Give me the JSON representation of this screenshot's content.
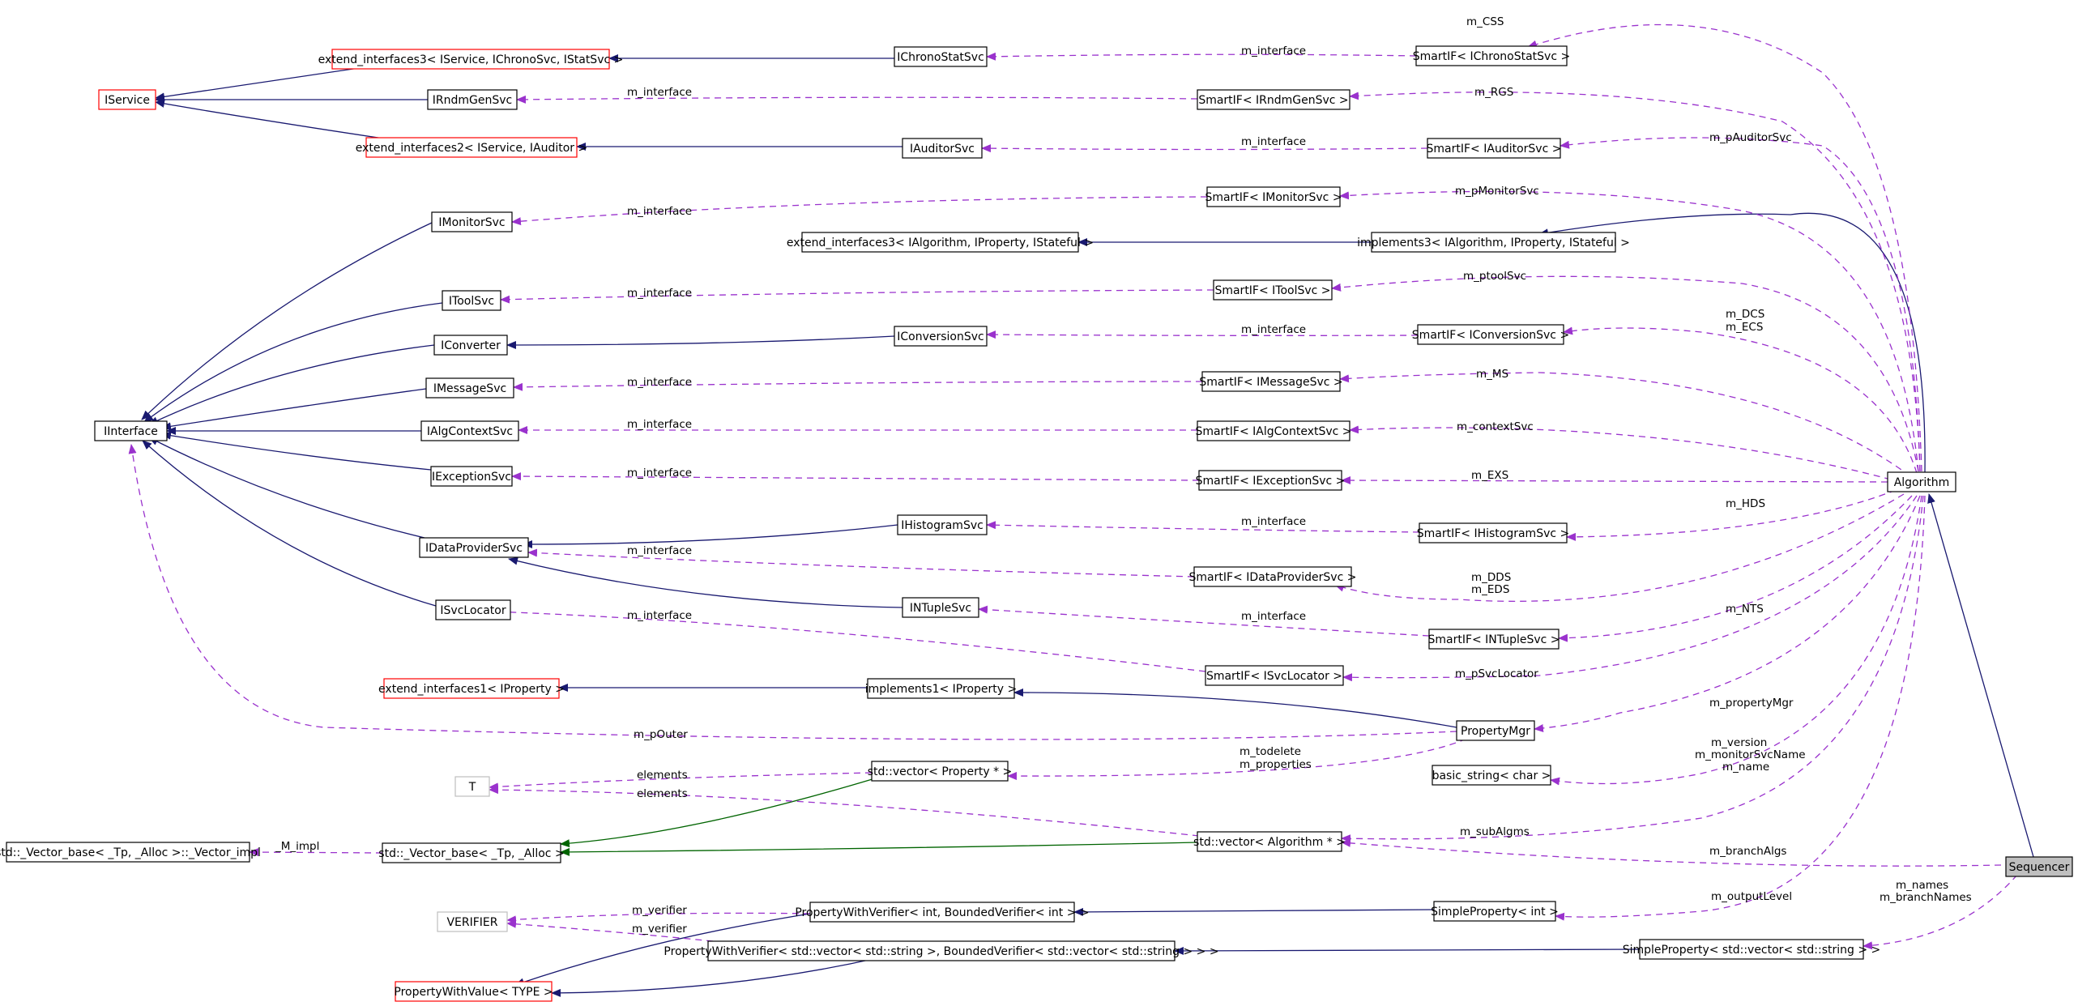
{
  "diagram": {
    "colors": {
      "inheritance": "#191970",
      "usage": "#9a32cd",
      "template": "#006400",
      "node_border": "#000000",
      "external_border": "#ff0000",
      "undocumented_border": "#bfbfbf",
      "focus_fill": "#bfbfbf"
    },
    "nodes": {
      "ichronostatsvc": "IChronoStatSvc",
      "ext3_service_chrono_stat": "extend_interfaces3< IService, IChronoSvc, IStatSvc >",
      "iservice": "IService",
      "irndmgensvc": "IRndmGenSvc",
      "ext2_service_auditor": "extend_interfaces2< IService, IAuditor >",
      "iauditorsvc": "IAuditorSvc",
      "imonitorsvc": "IMonitorSvc",
      "ext3_algorithm": "extend_interfaces3< IAlgorithm, IProperty, IStateful >",
      "itoolsvc": "IToolSvc",
      "iconverter": "IConverter",
      "iconversionsvc": "IConversionSvc",
      "imessagesvc": "IMessageSvc",
      "iinterface": "IInterface",
      "ialgcontextsvc": "IAlgContextSvc",
      "iexceptionsvc": "IExceptionSvc",
      "ihistogramsvc": "IHistogramSvc",
      "idataprovidersvc": "IDataProviderSvc",
      "intuplesvc": "INTupleSvc",
      "isvclocator": "ISvcLocator",
      "ext1_property": "extend_interfaces1< IProperty >",
      "implements1_property": "implements1< IProperty >",
      "t": "T",
      "vector_property": "std::vector< Property * >",
      "vector_impl": "std::_Vector_base< _Tp, _Alloc >::_Vector_impl",
      "vector_base": "std::_Vector_base< _Tp, _Alloc >",
      "vector_algorithm": "std::vector< Algorithm * >",
      "verifier": "VERIFIER",
      "pwv_int": "PropertyWithVerifier< int, BoundedVerifier< int > >",
      "pwv_string": "PropertyWithVerifier< std::vector< std::string >, BoundedVerifier< std::vector< std::string > > >",
      "pwvalue": "PropertyWithValue< TYPE >",
      "smartif_chronostat": "SmartIF< IChronoStatSvc >",
      "smartif_rndmgen": "SmartIF< IRndmGenSvc >",
      "smartif_auditor": "SmartIF< IAuditorSvc >",
      "smartif_monitor": "SmartIF< IMonitorSvc >",
      "implements3_algorithm": "implements3< IAlgorithm, IProperty, IStateful >",
      "smartif_toolsvc": "SmartIF< IToolSvc >",
      "smartif_conversion": "SmartIF< IConversionSvc >",
      "smartif_message": "SmartIF< IMessageSvc >",
      "smartif_algcontext": "SmartIF< IAlgContextSvc >",
      "smartif_exception": "SmartIF< IExceptionSvc >",
      "smartif_histogram": "SmartIF< IHistogramSvc >",
      "smartif_dataprovider": "SmartIF< IDataProviderSvc >",
      "smartif_ntuple": "SmartIF< INTupleSvc >",
      "smartif_svclocator": "SmartIF< ISvcLocator >",
      "propertymgr": "PropertyMgr",
      "basic_string": "basic_string< char >",
      "simpleproperty_int": "SimpleProperty< int >",
      "simpleproperty_vector": "SimpleProperty< std::vector< std::string > >",
      "algorithm": "Algorithm",
      "sequencer": "Sequencer"
    },
    "edge_labels": {
      "m_interface": "m_interface",
      "m_css": "m_CSS",
      "m_rgs": "m_RGS",
      "m_pauditorsvc": "m_pAuditorSvc",
      "m_pmonitorsvc": "m_pMonitorSvc",
      "m_ptoolsvc": "m_ptoolSvc",
      "m_dcs": "m_DCS",
      "m_ecs": "m_ECS",
      "m_ms": "m_MS",
      "m_contextsvc": "m_contextSvc",
      "m_exs": "m_EXS",
      "m_hds": "m_HDS",
      "m_dds": "m_DDS",
      "m_eds": "m_EDS",
      "m_nts": "m_NTS",
      "m_psvclocator": "m_pSvcLocator",
      "m_propertymgr": "m_propertyMgr",
      "m_pouter": "m_pOuter",
      "m_todelete": "m_todelete",
      "m_properties": "m_properties",
      "elements": "elements",
      "m_impl": "_M_impl",
      "m_version": "m_version",
      "m_monitorsvcname": "m_monitorSvcName",
      "m_name": "m_name",
      "m_subalgms": "m_subAlgms",
      "m_branchalgs": "m_branchAlgs",
      "m_verifier": "m_verifier",
      "m_outputlevel": "m_outputLevel",
      "m_names": "m_names",
      "m_branchnames": "m_branchNames"
    }
  }
}
